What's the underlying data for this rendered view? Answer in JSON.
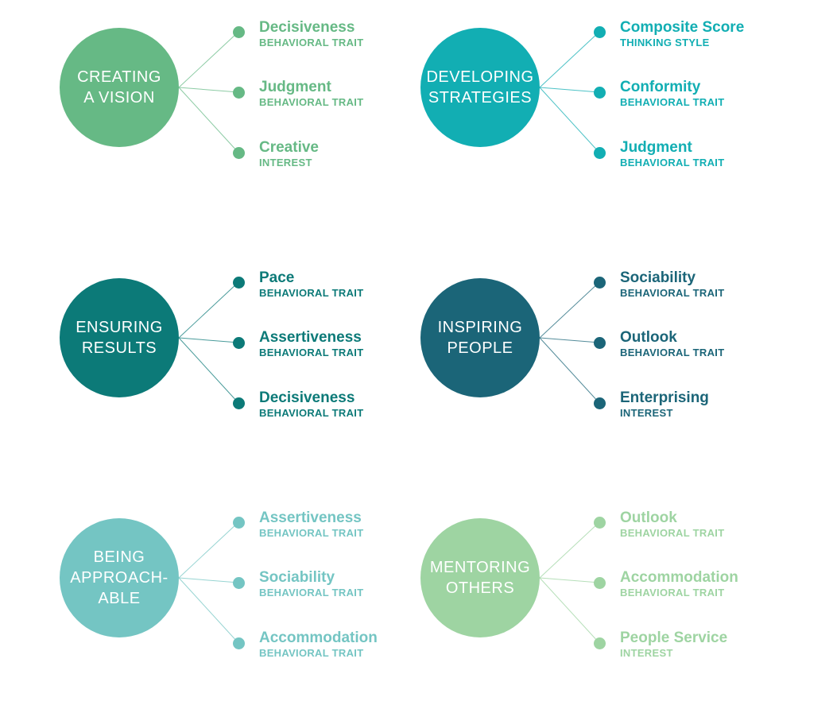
{
  "groups": [
    {
      "title": "CREATING\nA VISION",
      "color": "#66b985",
      "items": [
        {
          "label": "Decisiveness",
          "type": "BEHAVIORAL TRAIT"
        },
        {
          "label": "Judgment",
          "type": "BEHAVIORAL TRAIT"
        },
        {
          "label": "Creative",
          "type": "INTEREST"
        }
      ]
    },
    {
      "title": "DEVELOPING\nSTRATEGIES",
      "color": "#12aeb3",
      "items": [
        {
          "label": "Composite Score",
          "type": "THINKING STYLE"
        },
        {
          "label": "Conformity",
          "type": "BEHAVIORAL TRAIT"
        },
        {
          "label": "Judgment",
          "type": "BEHAVIORAL TRAIT"
        }
      ]
    },
    {
      "title": "ENSURING\nRESULTS",
      "color": "#0c7a78",
      "items": [
        {
          "label": "Pace",
          "type": "BEHAVIORAL TRAIT"
        },
        {
          "label": "Assertiveness",
          "type": "BEHAVIORAL TRAIT"
        },
        {
          "label": "Decisiveness",
          "type": "BEHAVIORAL TRAIT"
        }
      ]
    },
    {
      "title": "INSPIRING\nPEOPLE",
      "color": "#1b6578",
      "items": [
        {
          "label": "Sociability",
          "type": "BEHAVIORAL TRAIT"
        },
        {
          "label": "Outlook",
          "type": "BEHAVIORAL TRAIT"
        },
        {
          "label": "Enterprising",
          "type": "INTEREST"
        }
      ]
    },
    {
      "title": "BEING\nAPPROACH-\nABLE",
      "color": "#74c5c3",
      "items": [
        {
          "label": "Assertiveness",
          "type": "BEHAVIORAL TRAIT"
        },
        {
          "label": "Sociability",
          "type": "BEHAVIORAL TRAIT"
        },
        {
          "label": "Accommodation",
          "type": "BEHAVIORAL TRAIT"
        }
      ]
    },
    {
      "title": "MENTORING\nOTHERS",
      "color": "#9ed4a2",
      "items": [
        {
          "label": "Outlook",
          "type": "BEHAVIORAL TRAIT"
        },
        {
          "label": "Accommodation",
          "type": "BEHAVIORAL TRAIT"
        },
        {
          "label": "People Service",
          "type": "INTEREST"
        }
      ]
    }
  ]
}
